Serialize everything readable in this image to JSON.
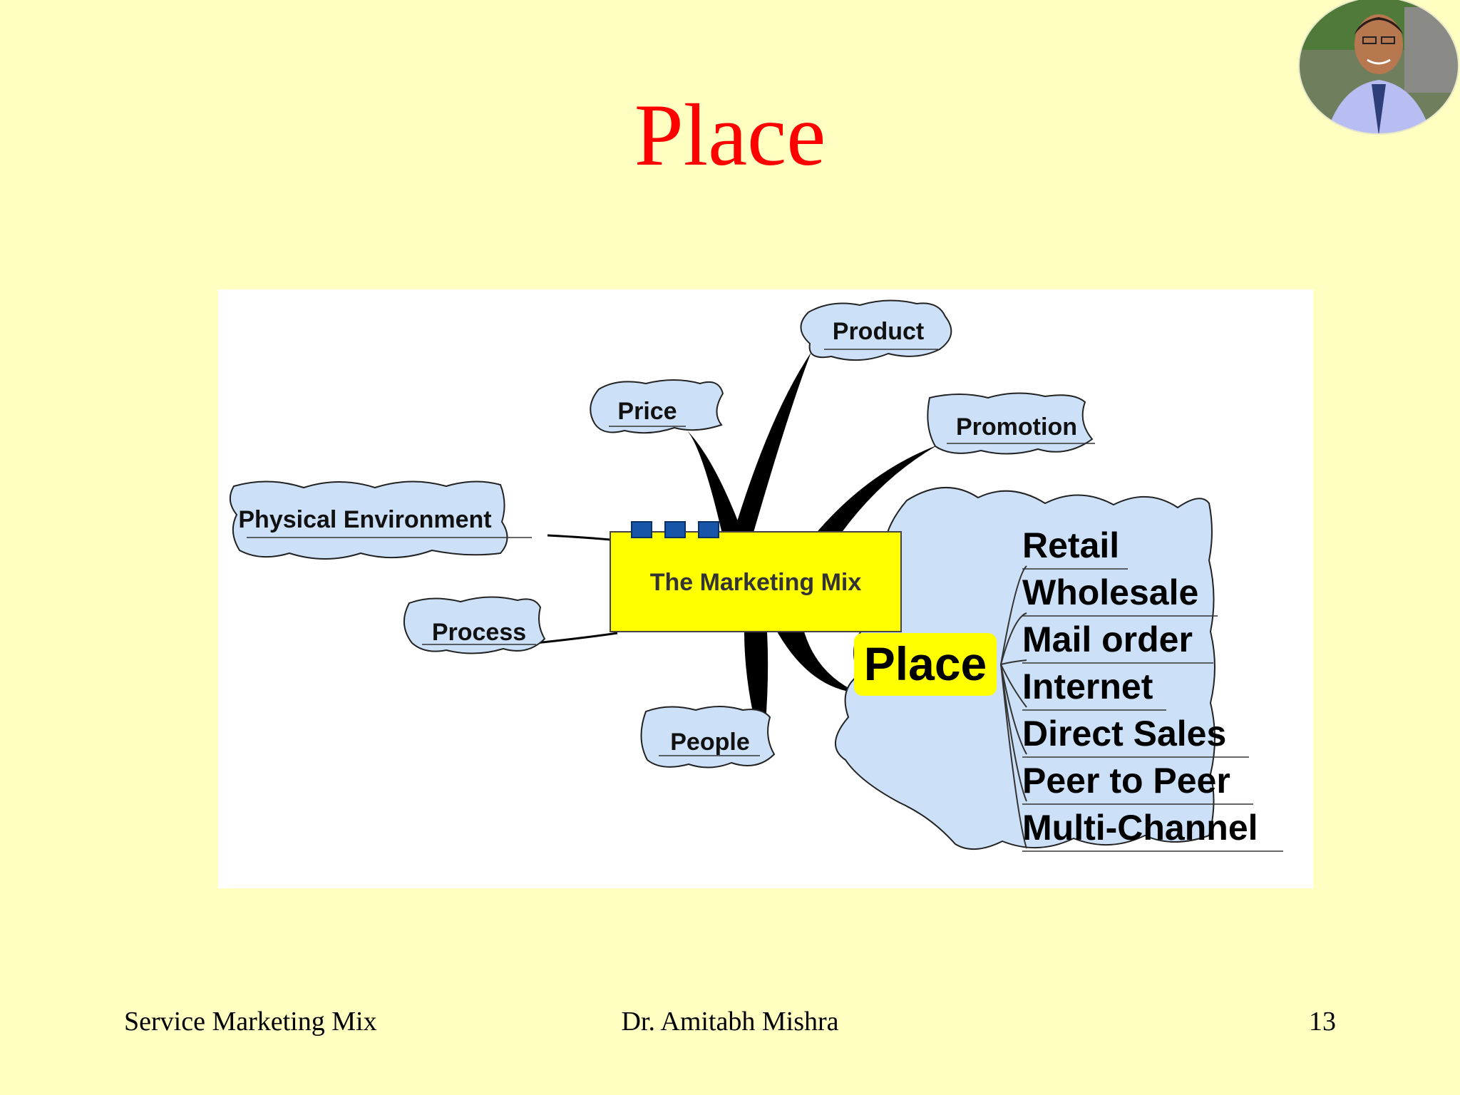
{
  "slide": {
    "title": "Place"
  },
  "diagram": {
    "center_label": "The Marketing Mix",
    "branches": [
      "Product",
      "Price",
      "Promotion",
      "Physical Environment",
      "Process",
      "People"
    ],
    "focus_label": "Place",
    "place_items": [
      "Retail",
      "Wholesale",
      "Mail order",
      "Internet",
      "Direct Sales",
      "Peer to Peer",
      "Multi-Channel"
    ],
    "colors": {
      "cloud_fill": "#CCE0F8",
      "center_fill": "#FFFF00",
      "title_color": "#FF0000",
      "handle_color": "#1655A8",
      "background": "#FFFFC2"
    }
  },
  "footer": {
    "left": "Service Marketing Mix",
    "center": "Dr. Amitabh Mishra",
    "page_number": "13"
  }
}
